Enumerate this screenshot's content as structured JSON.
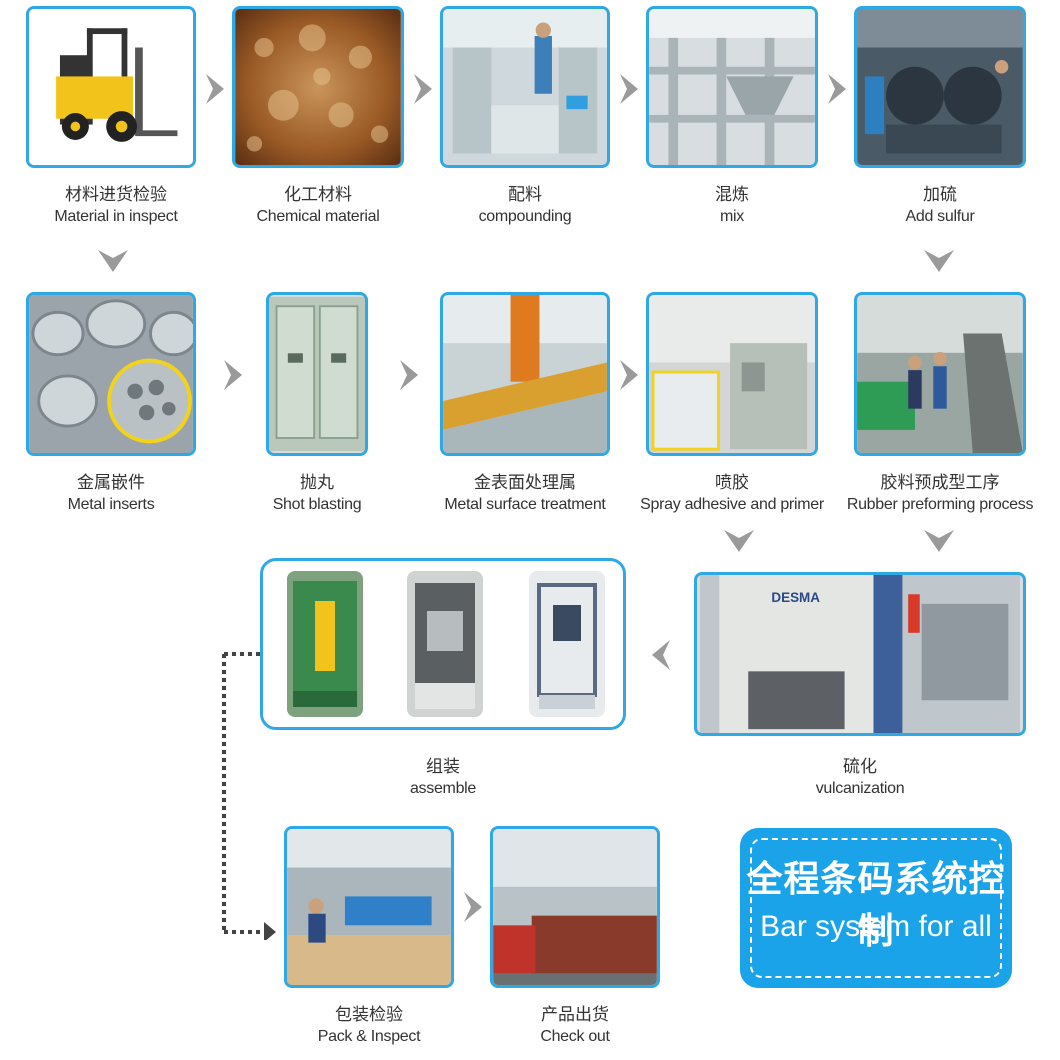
{
  "steps": {
    "material_inspect": {
      "zh": "材料进货检验",
      "en": "Material in inspect"
    },
    "chemical": {
      "zh": "化工材料",
      "en": "Chemical material"
    },
    "compounding": {
      "zh": "配料",
      "en": "compounding"
    },
    "mix": {
      "zh": "混炼",
      "en": "mix"
    },
    "add_sulfur": {
      "zh": "加硫",
      "en": "Add sulfur"
    },
    "metal_inserts": {
      "zh": "金属嵌件",
      "en": "Metal inserts"
    },
    "shot_blasting": {
      "zh": "抛丸",
      "en": "Shot blasting"
    },
    "surface_treatment": {
      "zh": "金表面处理属",
      "en": "Metal surface  treatment"
    },
    "spray": {
      "zh": "喷胶",
      "en": "Spray adhesive and primer"
    },
    "preforming": {
      "zh": "胶料预成型工序",
      "en": "Rubber preforming process"
    },
    "assemble": {
      "zh": "组装",
      "en": "assemble"
    },
    "vulcanization": {
      "zh": "硫化",
      "en": "vulcanization"
    },
    "pack": {
      "zh": "包装检验",
      "en": "Pack & Inspect"
    },
    "checkout": {
      "zh": "产品出货",
      "en": "Check out"
    }
  },
  "machine_label": "DESMA",
  "badge": {
    "zh": "全程条码系统控制",
    "en": "Bar system for all"
  },
  "colors": {
    "accent": "#2fa9e4",
    "badge": "#1aa3e8",
    "arrow": "#9a9a9a"
  }
}
